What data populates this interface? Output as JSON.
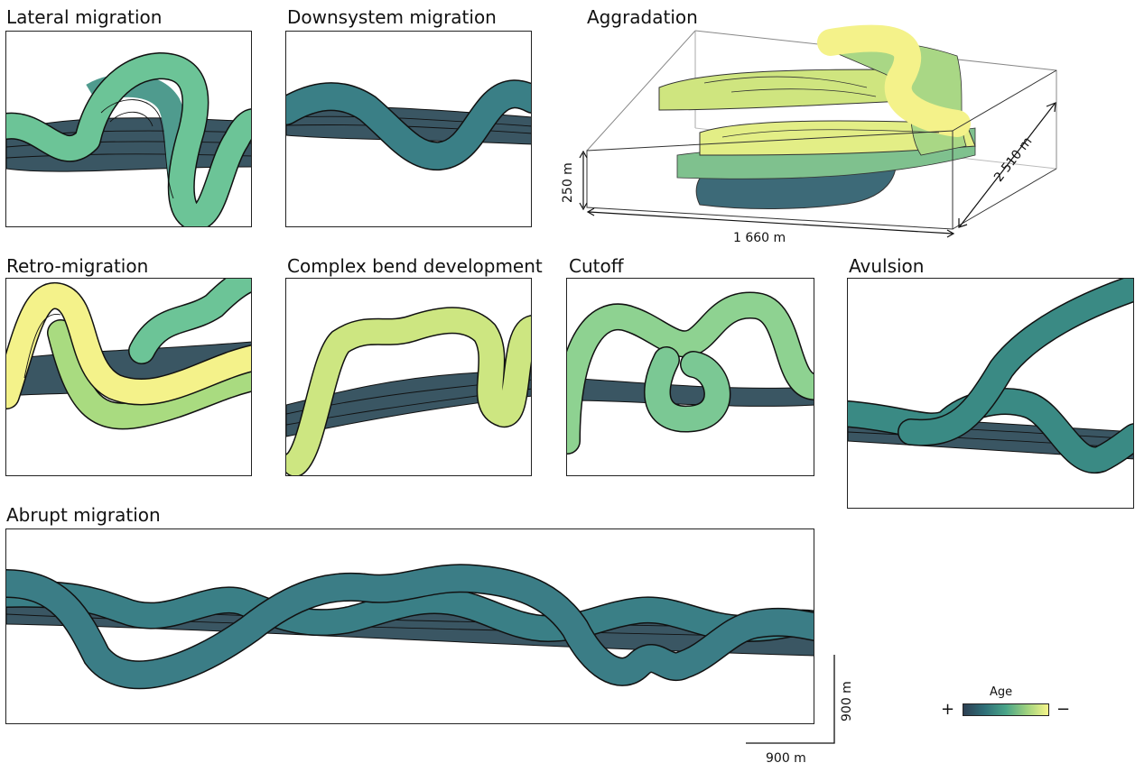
{
  "panels": {
    "lateral_migration": "Lateral migration",
    "downsystem_migration": "Downsystem migration",
    "aggradation": "Aggradation",
    "retro_migration": "Retro-migration",
    "complex_bend_development": "Complex bend development",
    "cutoff": "Cutoff",
    "avulsion": "Avulsion",
    "abrupt_migration": "Abrupt migration"
  },
  "aggradation_block": {
    "height_label": "250 m",
    "width_label": "1 660 m",
    "depth_label": "2 510 m"
  },
  "scale_bar": {
    "vertical_label": "900 m",
    "horizontal_label": "900 m"
  },
  "legend": {
    "title": "Age",
    "plus": "+",
    "minus": "−",
    "colors": [
      "#2d3f52",
      "#2f6f78",
      "#49a488",
      "#9fd27e",
      "#f6f58a"
    ]
  },
  "colors": {
    "old": "#3a5663",
    "teal": "#3a7f86",
    "green": "#6cc497",
    "lightgreen": "#a9db80",
    "yellow": "#f4f28a"
  }
}
